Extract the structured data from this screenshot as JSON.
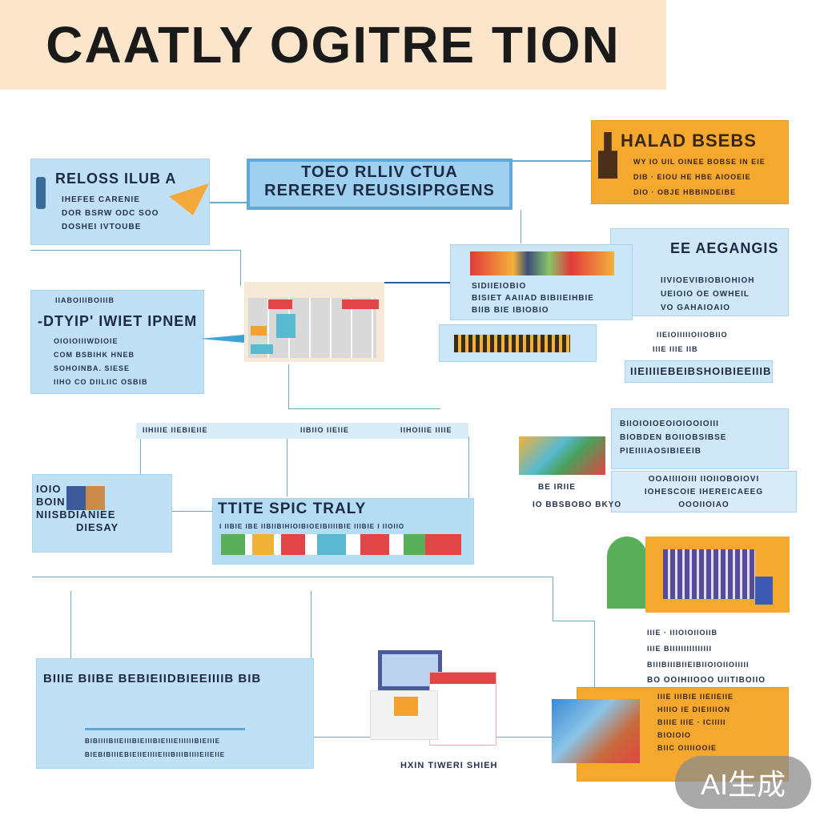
{
  "title": "CAATLY OGITRE TION",
  "boxes": {
    "top_left": {
      "heading": "RELOSS ILUB A",
      "lines": [
        "IHEFEE CARENIE",
        "DOR BSRW ODC SOO",
        "DOSHEI IVTOUBE"
      ]
    },
    "center_header": {
      "line1": "TOEO RLLIV CTUA",
      "line2": "REREREV REUSISIPRGENS"
    },
    "top_right": {
      "heading": "HALAD BSEBS",
      "lines": [
        "WY IO UIL OINEE BOBSE IN EIE",
        "DIB · EIOU HE HBE AIOOEIE",
        "DIO · OBJE HBBINDEIBE"
      ]
    },
    "right_upper": {
      "heading": "EE AEGANGIS",
      "lines": [
        "IIVIOEVIBIOBIOHIOH",
        "UEIOIO OE OWHEIL",
        "VO GAHAIOAIO"
      ]
    },
    "left_mid": {
      "kicker": "IIABOIIIBOIIIB",
      "heading": "-DTYIP' IWIET IPNEM",
      "lines": [
        "OIOIOIIIWDIOIE",
        "COM BSBIHK HNEB",
        "SOHOINBA. SIESE",
        "IIHO CO DIILIIC OSBIB"
      ]
    },
    "center_strip": {
      "lines": [
        "SIDIIEIOBIO",
        "BISIET AAIIAD BIBIIEIHBIE",
        "BIIB BIE IBIOBIO"
      ]
    },
    "right_mid_text": {
      "small1": "IIEIOIIIIIOIIOBIIO",
      "small2": "IIIE IIIE IIB",
      "heading": "IIEIIIIEBEIBSHOIBIEEIIIB"
    },
    "right_lower1": {
      "lines": [
        "BIIOIOIOEOIOIOOIOIII",
        "BIOBDEN BOIIOBSIBSE",
        "PIEIIIIAOSIBIEEIB"
      ]
    },
    "right_lower2": {
      "lines": [
        "OOAIIIIOIII IIOIIOBOIOVI",
        "IOHESCOIE IHEREICAEEG",
        "OOOIIOIAO"
      ]
    },
    "left_lower": {
      "lines": [
        "IOIO",
        "BOIN",
        "NIISBDIANIEE",
        "DIESAY"
      ]
    },
    "center_lower": {
      "heading": "TTITE SPIC TRALY",
      "sub": "I IIBIE IBE IIBIIBIHIOIBIOEIBIIIIBIE IIIBIE I IIOIIO"
    },
    "table_headers": [
      "IIHIIIE IIEBIEIIE",
      "IIBIIO IIEIIE",
      "IIHOIIIE IIIIE"
    ],
    "side_caption": {
      "line1": "BE IRIIE",
      "line2": "IO BBSBOBO BKYO"
    },
    "bottom_left": {
      "heading": "BIIIE BIIBE BEBIEIIDBIEEIIIIB BIB",
      "lines": [
        "BIBIIIIBIIEIIIBIEIIIBIEIIIEIIIIIIBIEIIIE",
        "BIEBIBIIIEBIEIIEIIIIEIIIBIIIBIIIIEIIEIIE"
      ]
    },
    "bottom_center_caption": "HXIN TIWERI SHIEH",
    "right_bottom_text": {
      "lines": [
        "IIIE · IIIOIOIIOIIB",
        "IIIE BIIIIIIIIIIIIIII",
        "BIIIBIIIBIIEIBIIOIOIIOIIIII",
        "BO OOIHIIOOO UIITIBOIIO"
      ]
    },
    "orange_bottom": {
      "lines": [
        "IIIE IIIBIE IIEIIEIIE",
        "HIIIO IE DIEIIIION",
        "BIIIE IIIE · ICIIIII",
        "BIOIOIO",
        "BIIC OIIIIOOIE"
      ]
    }
  },
  "badge": "AI生成",
  "colors": {
    "box_blue": "#bfe0f5",
    "orange": "#f4a92e",
    "banner": "#fbe6cc"
  }
}
